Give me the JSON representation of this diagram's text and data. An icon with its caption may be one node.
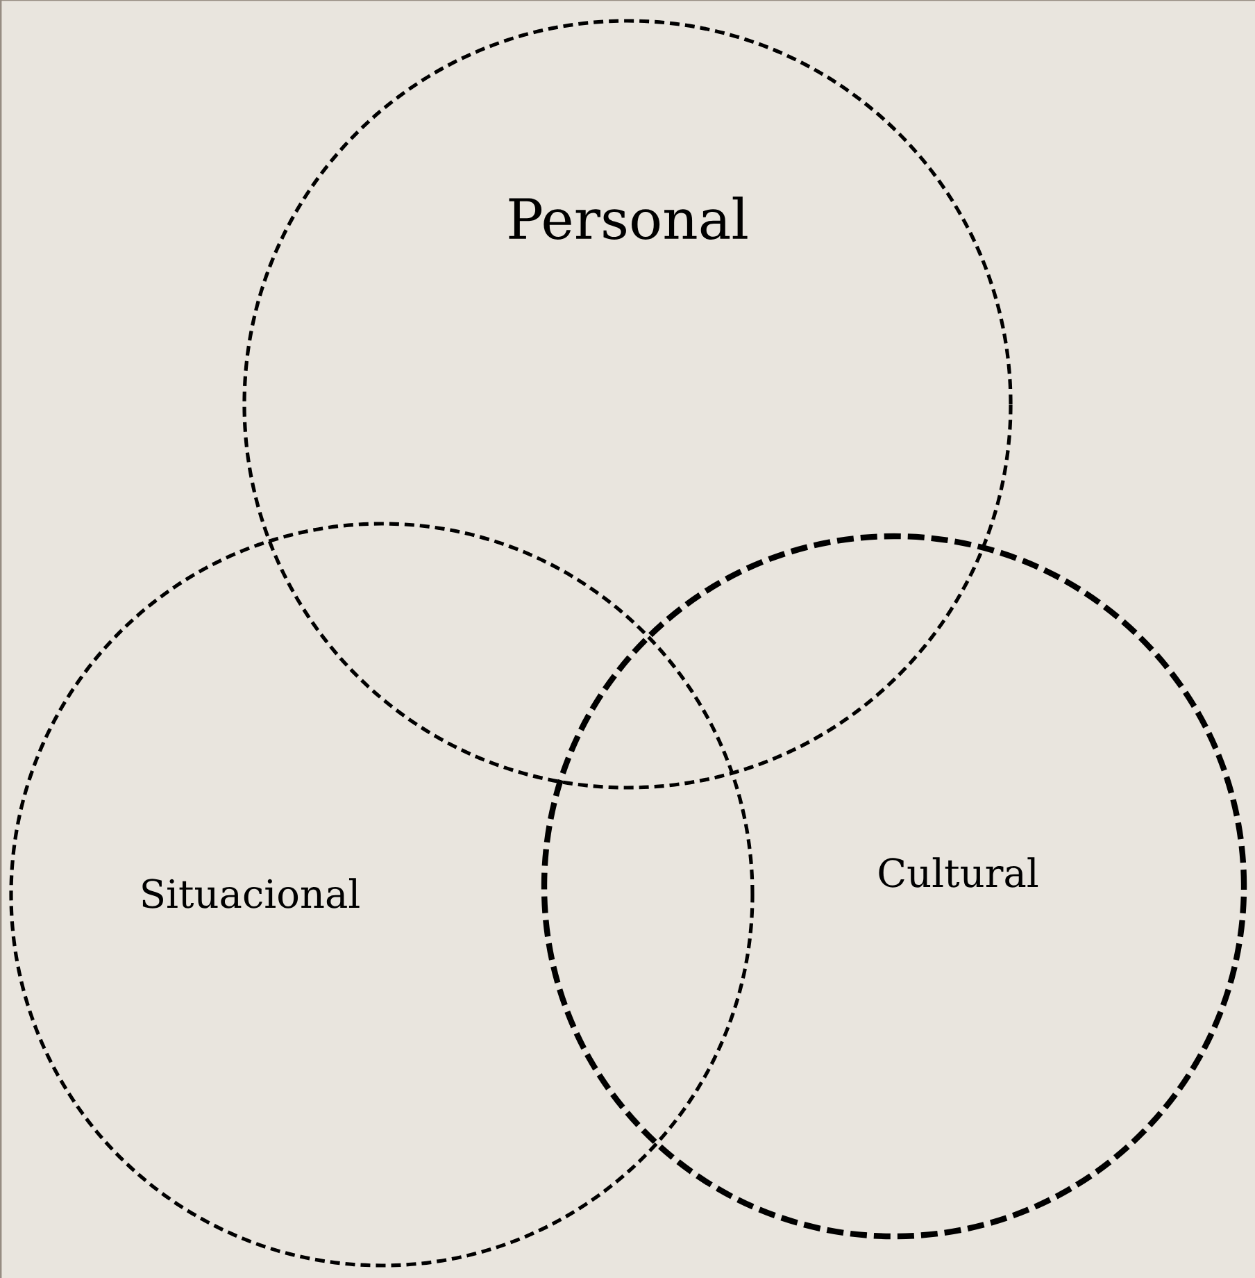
{
  "diagram": {
    "nodes": [
      {
        "text": [
          "Personal"
        ]
      },
      {
        "text": [
          "Situacional"
        ]
      },
      {
        "text": [
          "Cultural"
        ]
      }
    ]
  }
}
